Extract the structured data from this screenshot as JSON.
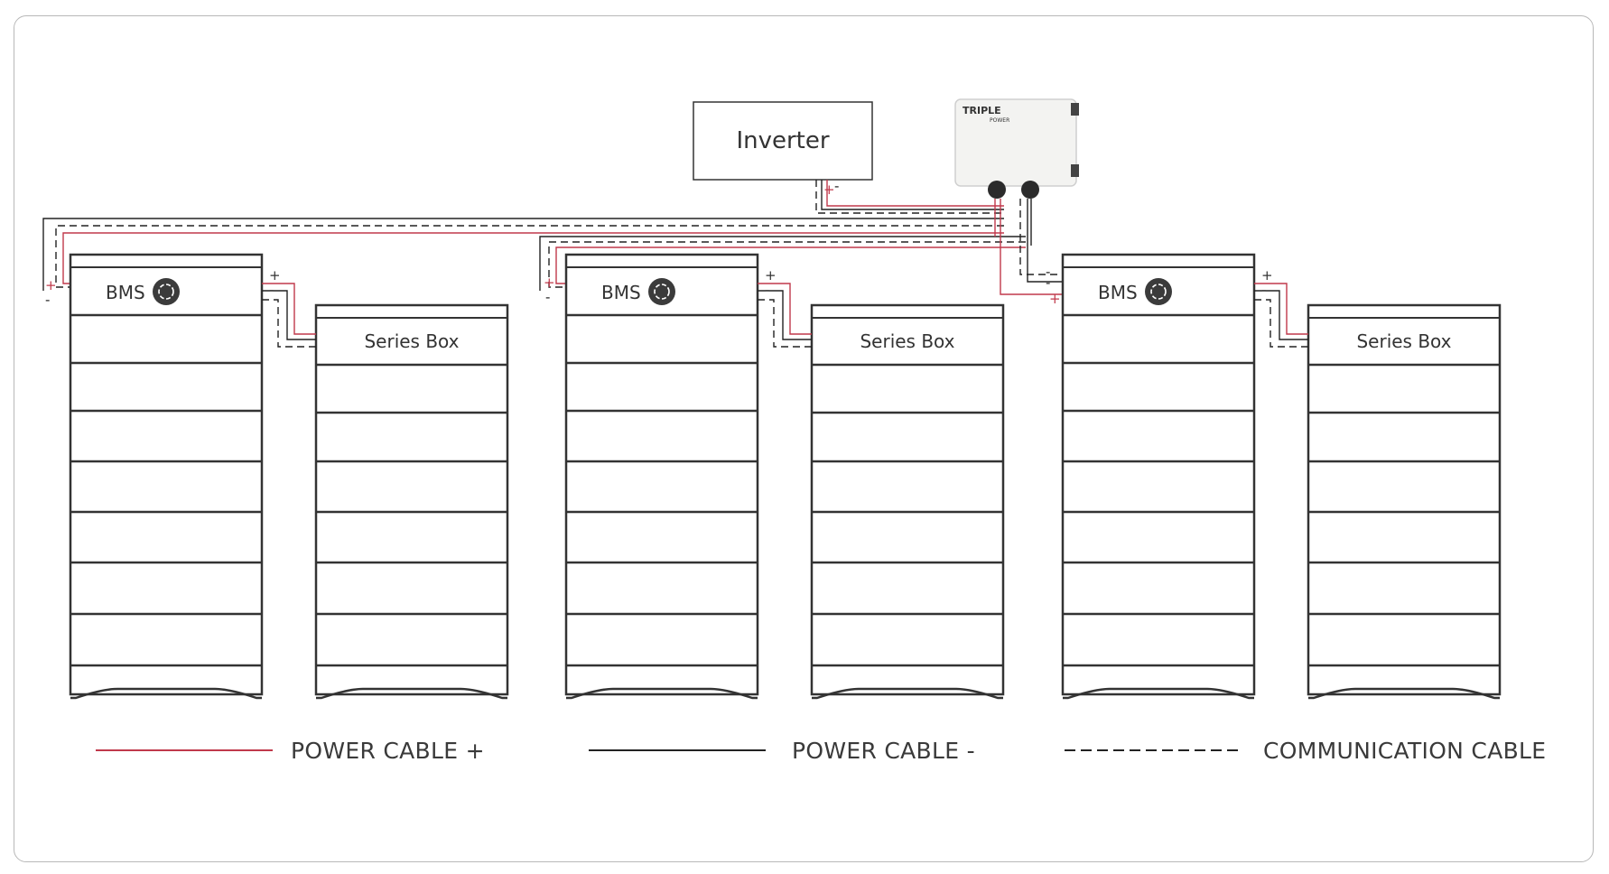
{
  "inverter": {
    "label": "Inverter"
  },
  "hub": {
    "brand": "TRIPLE",
    "sub": "POWER"
  },
  "columns": [
    {
      "bms_label": "BMS",
      "series_label": "Series Box"
    },
    {
      "bms_label": "BMS",
      "series_label": "Series Box"
    },
    {
      "bms_label": "BMS",
      "series_label": "Series Box"
    }
  ],
  "polarity": {
    "plus": "+",
    "minus": "-"
  },
  "legend": [
    {
      "label": "POWER CABLE +",
      "style": "solid",
      "color": "#c0394b"
    },
    {
      "label": "POWER CABLE -",
      "style": "solid",
      "color": "#222222"
    },
    {
      "label": "COMMUNICATION CABLE",
      "style": "dashed",
      "color": "#222222"
    }
  ],
  "colors": {
    "power_plus": "#c0394b",
    "power_minus": "#222222",
    "outline": "#333333"
  }
}
